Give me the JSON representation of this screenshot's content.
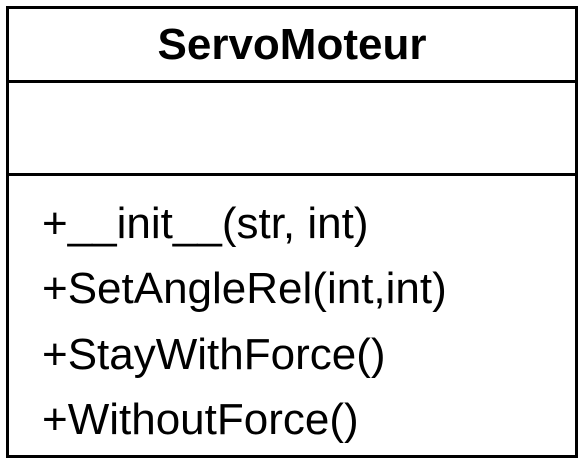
{
  "class": {
    "name": "ServoMoteur",
    "attributes": [],
    "operations": [
      "+__init__(str, int)",
      "+SetAngleRel(int,int)",
      "+StayWithForce()",
      "+WithoutForce()"
    ]
  }
}
